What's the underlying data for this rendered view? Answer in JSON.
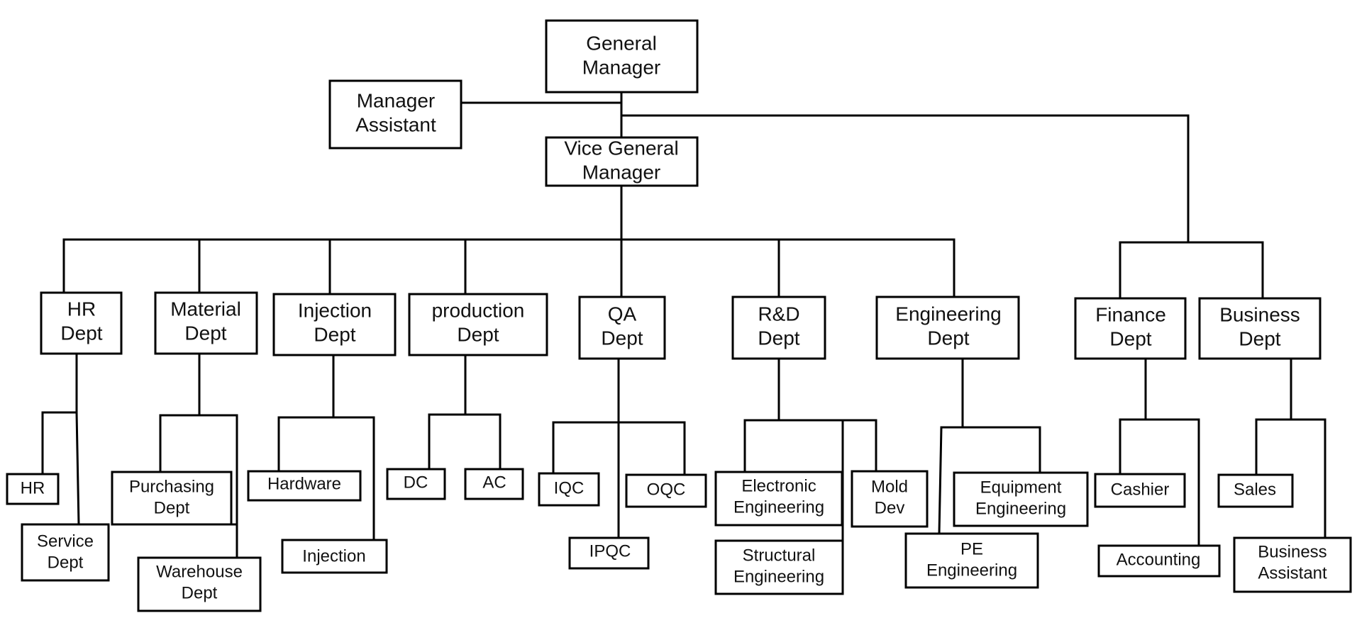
{
  "nodes": {
    "general_manager": [
      "General",
      "Manager"
    ],
    "manager_assistant": [
      "Manager",
      "Assistant"
    ],
    "vice_general_manager": [
      "Vice General",
      "Manager"
    ],
    "hr_dept": [
      "HR",
      "Dept"
    ],
    "material_dept": [
      "Material",
      "Dept"
    ],
    "injection_dept": [
      "Injection",
      "Dept"
    ],
    "production_dept": [
      "production",
      "Dept"
    ],
    "qa_dept": [
      "QA",
      "Dept"
    ],
    "rd_dept": [
      "R&D",
      "Dept"
    ],
    "engineering_dept": [
      "Engineering",
      "Dept"
    ],
    "finance_dept": [
      "Finance",
      "Dept"
    ],
    "business_dept": [
      "Business",
      "Dept"
    ],
    "hr": [
      "HR"
    ],
    "service_dept": [
      "Service",
      "Dept"
    ],
    "purchasing_dept": [
      "Purchasing",
      "Dept"
    ],
    "warehouse_dept": [
      "Warehouse",
      "Dept"
    ],
    "hardware": [
      "Hardware"
    ],
    "injection": [
      "Injection"
    ],
    "dc": [
      "DC"
    ],
    "ac": [
      "AC"
    ],
    "iqc": [
      "IQC"
    ],
    "oqc": [
      "OQC"
    ],
    "ipqc": [
      "IPQC"
    ],
    "electronic_engineering": [
      "Electronic",
      "Engineering"
    ],
    "mold_dev": [
      "Mold",
      "Dev"
    ],
    "structural_engineering": [
      "Structural",
      "Engineering"
    ],
    "equipment_engineering": [
      "Equipment",
      "Engineering"
    ],
    "pe_engineering": [
      "PE",
      "Engineering"
    ],
    "cashier": [
      "Cashier"
    ],
    "accounting": [
      "Accounting"
    ],
    "sales": [
      "Sales"
    ],
    "business_assistant": [
      "Business",
      "Assistant"
    ]
  }
}
